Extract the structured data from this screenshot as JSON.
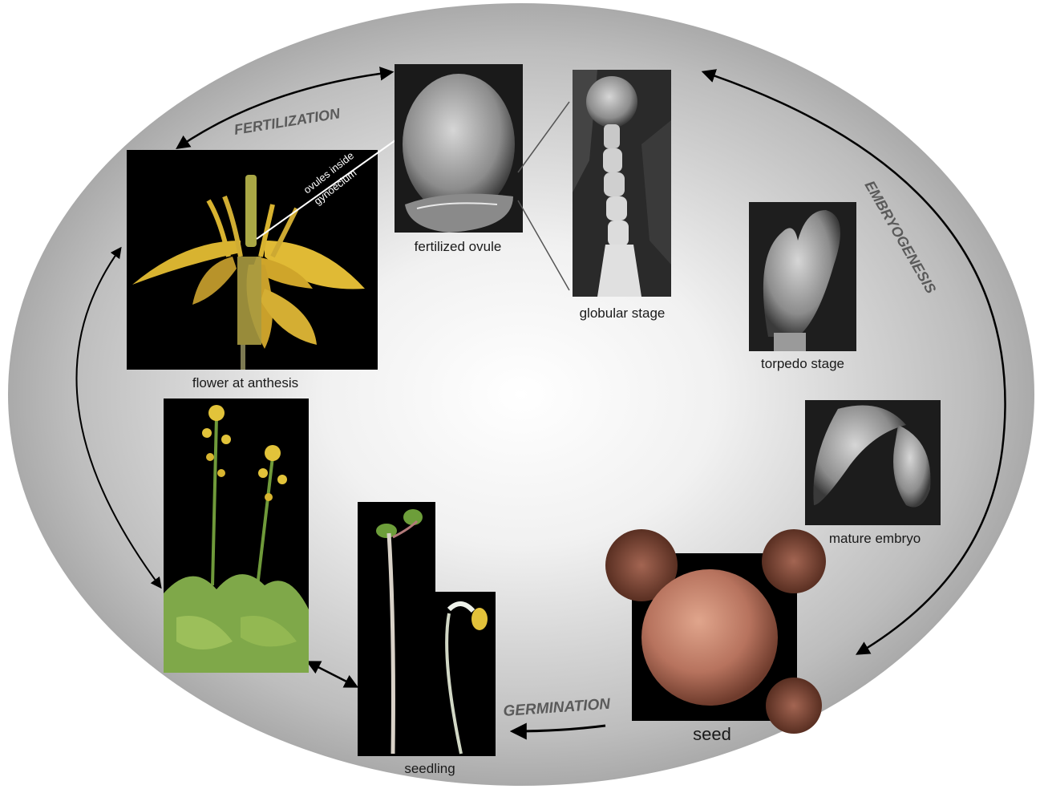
{
  "stages": {
    "fertilization": "FERTILIZATION",
    "embryogenesis": "EMBRYOGENESIS",
    "germination": "GERMINATION"
  },
  "captions": {
    "flower": "flower at anthesis",
    "fertilized_ovule": "fertilized ovule",
    "globular": "globular stage",
    "torpedo": "torpedo stage",
    "mature_embryo": "mature embryo",
    "seed": "seed",
    "seedling": "seedling"
  },
  "annotations": {
    "ovules_line1": "ovules inside",
    "ovules_line2": "gynoecium"
  },
  "colors": {
    "background_center": "#ffffff",
    "background_edge": "#9a9a9a",
    "arrow": "#000000",
    "flower_yellow": "#d8b330",
    "seed_brown": "#b7735e",
    "stage_label": "#5a5a5a"
  }
}
